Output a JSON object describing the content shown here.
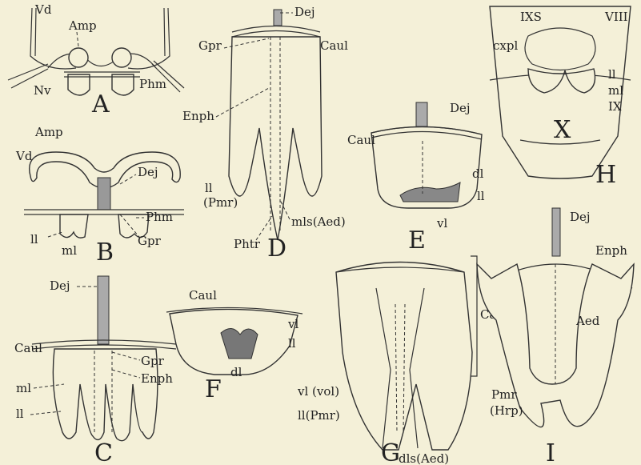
{
  "panels": {
    "A": {
      "letter": "A",
      "labels": {
        "vd": "Vd",
        "amp": "Amp",
        "nv": "Nv",
        "phm": "Phm"
      }
    },
    "B": {
      "letter": "B",
      "labels": {
        "amp": "Amp",
        "vd": "Vd",
        "dej": "Dej",
        "phm": "Phm",
        "ll": "ll",
        "ml": "ml",
        "gpr": "Gpr"
      }
    },
    "C": {
      "letter": "C",
      "labels": {
        "dej": "Dej",
        "caul": "Caul",
        "gpr": "Gpr",
        "enph": "Enph",
        "ml": "ml",
        "ll": "ll"
      }
    },
    "D": {
      "letter": "D",
      "labels": {
        "dej": "Dej",
        "gpr": "Gpr",
        "caul": "Caul",
        "enph": "Enph",
        "ll": "ll",
        "pmr": "(Pmr)",
        "phtr": "Phtr",
        "mls": "mls(Aed)"
      }
    },
    "E": {
      "letter": "E",
      "labels": {
        "dej": "Dej",
        "caul": "Caul",
        "dl": "dl",
        "ll": "ll",
        "vl": "vl"
      }
    },
    "F": {
      "letter": "F",
      "labels": {
        "caul": "Caul",
        "vl": "vl",
        "ll": "ll",
        "dl": "dl"
      }
    },
    "G": {
      "letter": "G",
      "labels": {
        "caul": "Caul",
        "vl": "vl (vol)",
        "ll": "ll(Pmr)",
        "dls": "dls(Aed)"
      }
    },
    "H": {
      "letter": "H",
      "labels": {
        "ixs": "IXS",
        "viii": "VIII",
        "cxpl": "cxpl",
        "ll": "ll",
        "ml": "ml",
        "ix": "IX",
        "x": "X"
      }
    },
    "I": {
      "letter": "I",
      "labels": {
        "dej": "Dej",
        "enph": "Enph",
        "aed": "Aed",
        "pmr": "Pmr",
        "hrp": "(Hrp)"
      }
    }
  }
}
